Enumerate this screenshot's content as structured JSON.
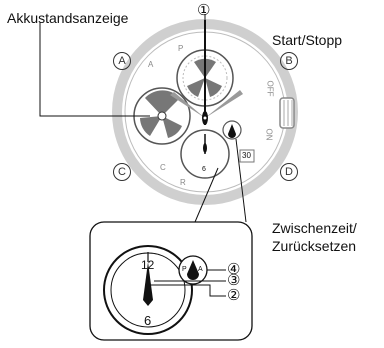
{
  "labels": {
    "battery_indicator": "Akkustandsanzeige",
    "start_stop": "Start/Stopp",
    "lap_reset_line1": "Zwischenzeit/",
    "lap_reset_line2": "Zurücksetzen"
  },
  "callouts": {
    "n1": "①",
    "n2": "②",
    "n3": "③",
    "n4": "④"
  },
  "buttons": {
    "a": "A",
    "b": "B",
    "c": "C",
    "d": "D"
  },
  "bezel": {
    "a": "A",
    "p": "P",
    "c": "C",
    "r": "R",
    "off": "OFF",
    "on": "ON"
  },
  "dial": {
    "twelve": "12",
    "six": "6",
    "mini_six": "6",
    "date": "30",
    "mode_p": "P",
    "mode_a": "A"
  }
}
